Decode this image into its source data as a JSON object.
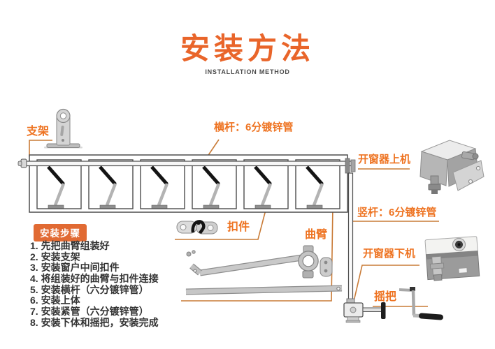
{
  "header": {
    "title": "安装方法",
    "subtitle": "INSTALLATION METHOD"
  },
  "labels": {
    "bracket": "支架",
    "horizontal_rod": "横杆：6分镀锌管",
    "opener_upper": "开窗器上机",
    "vertical_rod": "竖杆：6分镀锌管",
    "fastener": "扣件",
    "curved_arm": "曲臂",
    "opener_lower": "开窗器下机",
    "crank_handle": "摇把"
  },
  "steps": {
    "header": "安装步骤",
    "items": [
      "1. 先把曲臂组装好",
      "2. 安装支架",
      "3. 安装窗户中间扣件",
      "4. 将组装好的曲臂与扣件连接",
      "5. 安装横杆（六分镀锌管）",
      "6. 安装上体",
      "7. 安装紧管（六分镀锌管）",
      "8. 安装下体和摇把，安装完成"
    ]
  },
  "colors": {
    "accent_title": "#e9652a",
    "accent_label": "#ee7321",
    "leader_line": "#c97b37",
    "step_badge_bg": "#e16a33",
    "step_text": "#333333",
    "diagram_line": "#4d4d4d",
    "background": "#ffffff"
  }
}
